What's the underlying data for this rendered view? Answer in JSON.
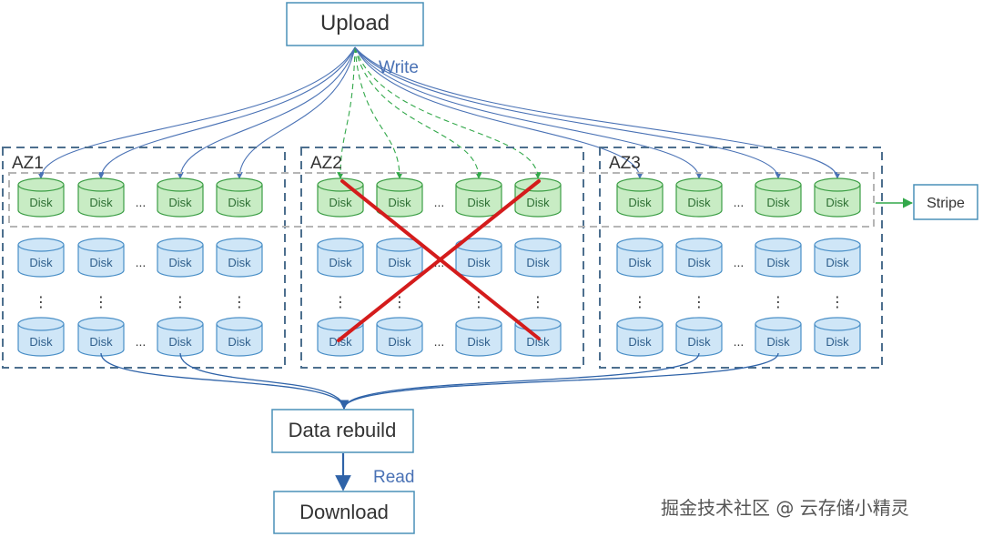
{
  "nodes": {
    "upload": "Upload",
    "data_rebuild": "Data rebuild",
    "download": "Download",
    "stripe": "Stripe"
  },
  "labels": {
    "write": "Write",
    "read": "Read"
  },
  "zones": [
    "AZ1",
    "AZ2",
    "AZ3"
  ],
  "disk_label": "Disk",
  "ellipsis": "...",
  "vertical_ellipsis": "⋮",
  "failed_zone": "AZ2",
  "watermark": "掘金技术社区 @ 云存储小精灵",
  "colors": {
    "box_stroke": "#4a90b8",
    "zone_stroke": "#4d6f8e",
    "write_arrow": "#4a72b5",
    "stripe_arrow": "#32a84a",
    "stripe_disk_fill": "#c8ecc4",
    "stripe_disk_stroke": "#3c9e45",
    "data_disk_fill": "#cfe6f7",
    "data_disk_stroke": "#4a8fc7",
    "cross": "#d41c1c",
    "read_label": "#4a72b5"
  }
}
